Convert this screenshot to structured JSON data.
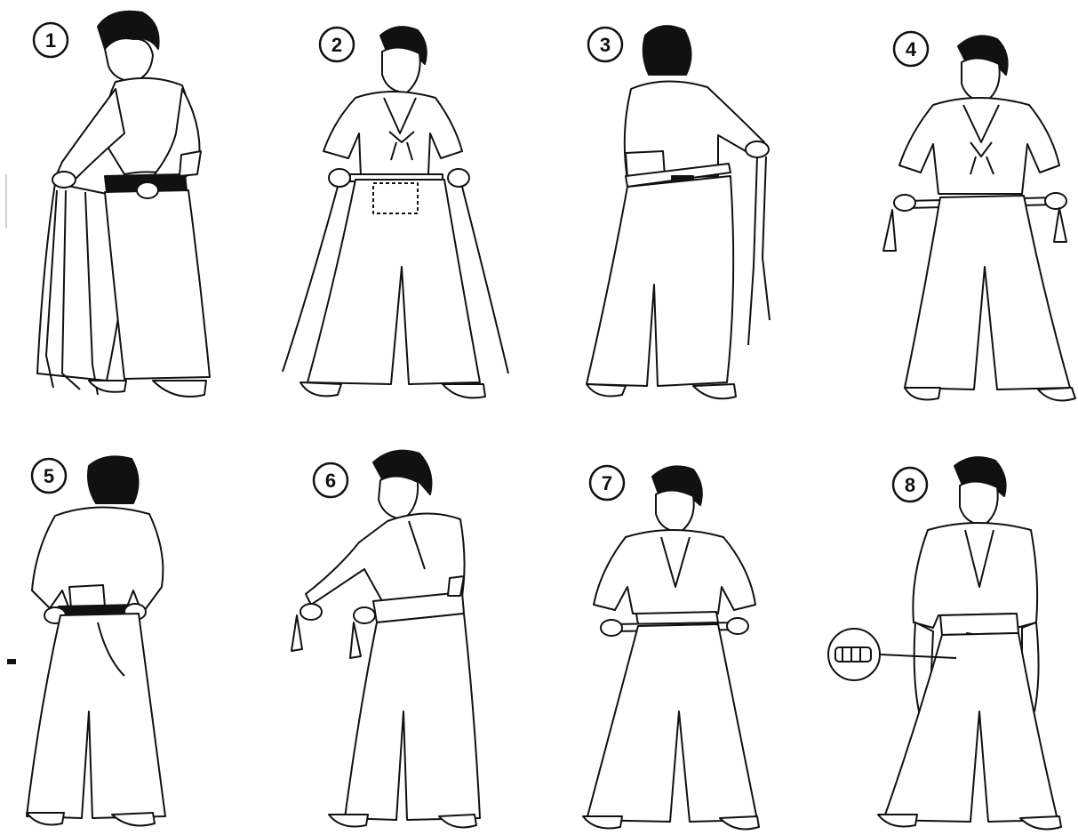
{
  "panels": [
    {
      "number": "1",
      "figure": "person-pulling-hakama-on-front-view"
    },
    {
      "number": "2",
      "figure": "person-holding-front-straps-front-view"
    },
    {
      "number": "3",
      "figure": "person-wrapping-straps-back-view"
    },
    {
      "number": "4",
      "figure": "person-holding-front-strap-front-view"
    },
    {
      "number": "5",
      "figure": "person-adjusting-back-plate-back-view"
    },
    {
      "number": "6",
      "figure": "person-tying-side-straps-three-quarter-view"
    },
    {
      "number": "7",
      "figure": "person-pulling-straps-tight-front-view"
    },
    {
      "number": "8",
      "figure": "person-finished-hakama-with-knot-detail"
    }
  ],
  "colors": {
    "ink": "#111111",
    "paper": "#ffffff"
  }
}
